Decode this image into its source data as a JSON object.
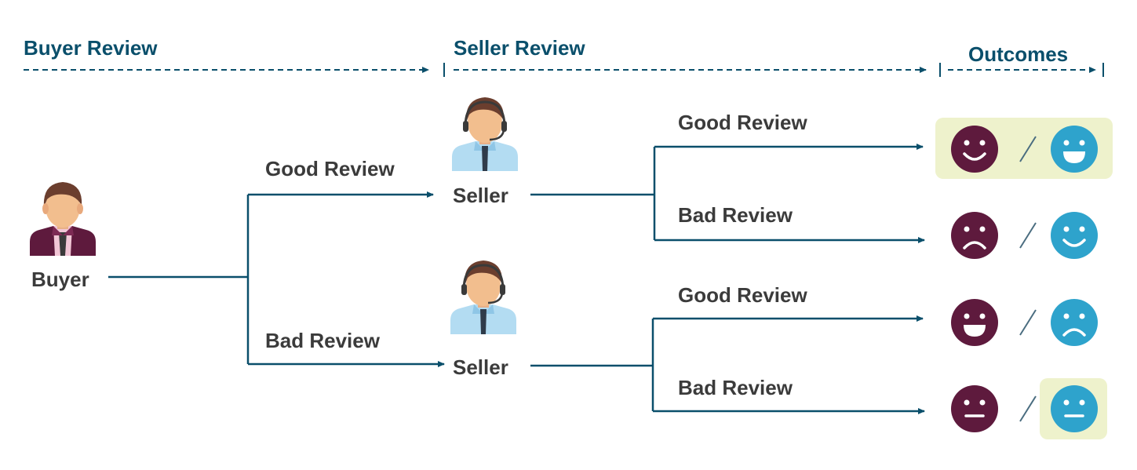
{
  "stages": {
    "buyer_review": "Buyer Review",
    "seller_review": "Seller Review",
    "outcomes": "Outcomes"
  },
  "buyer": {
    "label": "Buyer"
  },
  "buyer_branches": [
    {
      "label": "Good Review",
      "seller": "Seller"
    },
    {
      "label": "Bad Review",
      "seller": "Seller"
    }
  ],
  "seller_branches": [
    {
      "label": "Good Review"
    },
    {
      "label": "Bad Review"
    },
    {
      "label": "Good Review"
    },
    {
      "label": "Bad Review"
    }
  ],
  "outcomes": [
    {
      "buyer_face": "smile",
      "seller_face": "big-smile",
      "highlight": "both"
    },
    {
      "buyer_face": "sad",
      "seller_face": "smile",
      "highlight": "none"
    },
    {
      "buyer_face": "big-smile",
      "seller_face": "sad",
      "highlight": "none"
    },
    {
      "buyer_face": "neutral",
      "seller_face": "neutral",
      "highlight": "seller"
    }
  ],
  "colors": {
    "header": "#0a4f6b",
    "line": "#0a4f6b",
    "label": "#3b3b3b",
    "buyer_face": "#5e1a3d",
    "seller_face": "#2ea3cc",
    "highlight": "#eef2cc",
    "separator": "#4a6d80"
  }
}
